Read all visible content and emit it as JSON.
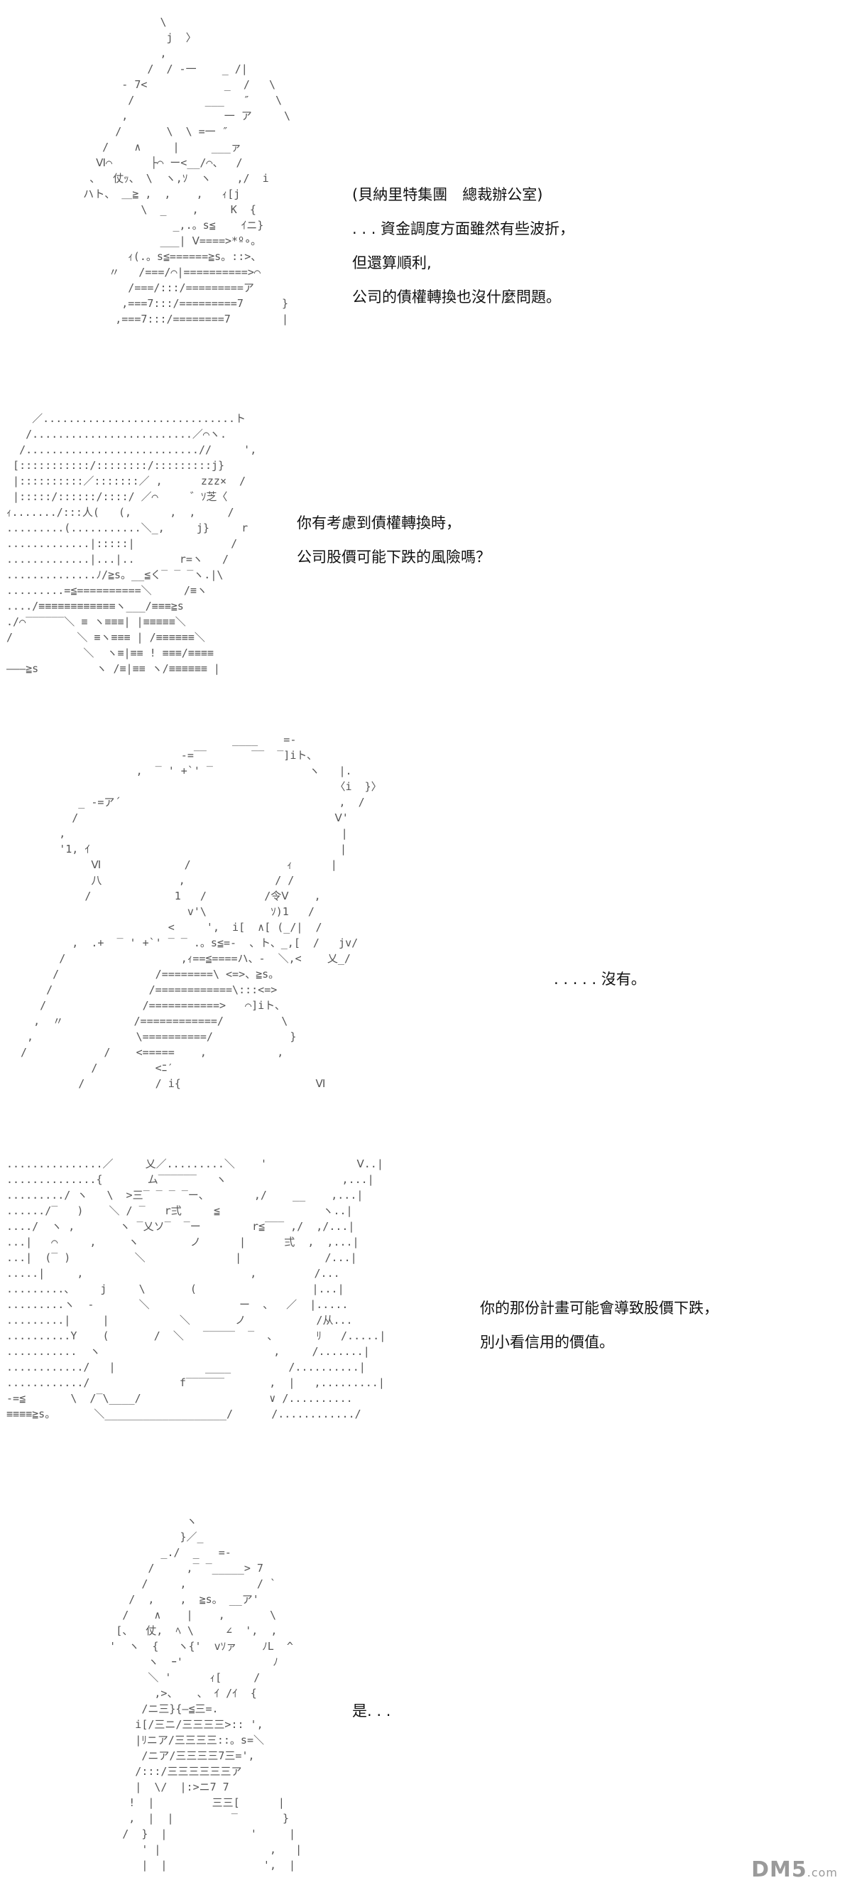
{
  "panels": [
    {
      "id": "panel-1",
      "art": "               \\\n                j  〉\n               ,\n             /  / -一    _ /|\n         - 7<            _  /   \\\n          /           ___   ″    \\\n         ,               一 ア     \\\n        /       \\  \\ =一 ″\n      /    ∧     |     ___ァ\n     Ⅵ⌒      ├⌒ ー<__/⌒、  /\n    、  仗ｯ、 \\  ヽ,ｿ  ヽ    ,/  i\n   ハト、 ＿≧ ,  ,    ,   ｨ[j\n            \\  _    ,     K  {\n                 _,.。s≦    ｲニ}\n               ___| Ⅴ====>*º∘。\n          ｨ(.。s≦======≧s。::>、\n       〃   /===/⌒|==========>⌒\n          /===/:::/=========ア\n         ,===7:::/=========7      }\n        ,===7:::/========7        |",
      "lines": [
        "(貝納里特集團　總裁辦公室)",
        ". . . 資金調度方面雖然有些波折，",
        "但還算順利,",
        "公司的債權轉換也沒什麼問題。"
      ]
    },
    {
      "id": "panel-2",
      "art": "     ／..............................ト\n    /.........................／⌒ヽ.\n   /...........................//     ',\n  [:::::::::::/::::::::/:::::::::j}\n  |::::::::::／:::::::／ ,      zzz×  /\n  |:::::/::::::/::::/ ／⌒     ゛ｿ芝〈\n ｨ......./:::人(   (,      ,  ,     /\n .........(...........＼_,     j}     r\n .............|:::::|               /\n .............|...|..       r=ヽ   /\n ..............ﾉ/≧s。__≦く‾ ‾ ‾ヽ.|\\\n .........=≦==========＼     /≡ヽ\n ..../≡≡≡≡≡≡≡≡≡≡≡≡ヽ___/≡≡≡≧s\n ./⌒‾‾‾‾‾‾＼ ≡ ヽ≡≡≡| |≡≡≡≡≡＼\n /          ＼ ≡ヽ≡≡≡ | /≡≡≡≡≡≡＼\n             ＼  ヽ≡|≡≡ ! ≡≡≡/≡≡≡≡\n ———≧s         ヽ /≡|≡≡ ヽ/≡≡≡≡≡≡ |",
      "lines": [
        "你有考慮到債權轉換時，",
        "公司股價可能下跌的風險嗎？"
      ]
    },
    {
      "id": "panel-3",
      "art": "                                  ____    =-\n                          -=‾‾       ‾‾  ‾]iト、\n                   ,  ‾ ' +`' ‾               ヽ   |.\n                                                  〈i  }〉\n          _ -=ア´                                  ,  /\n         /                                        Ⅴ'\n       ,                                           |\n       '1, ｲ                                       |\n            Ⅵ             /               ｨ      |\n            八            ,              / /\n           /             1   /         /令Ⅴ    ,\n                           v'\\          ｿ)1   /\n                        <     ',  i[  ∧[ (_/|  /\n         ,  .+  ‾ ' +`' ‾ ‾ .。s≦=-  、ト、_,[  /   jv/\n       /                  ,ｨ==≦====ハ、-  ＼,<    乂_/\n      /               /========\\ <=>、≧s。\n     /               /============\\:::<=>\n    /               /===========>   ⌒]iト、\n   ,  〃           /============/         \\\n  ,                \\==========/            }\n /            /    <=====    ,           ,\n            /         <ﾆ′\n          /           / i{                     Ⅵ",
      "lines": [
        ". . . . . 沒有。"
      ]
    },
    {
      "id": "panel-4",
      "art": " ...............／     乂／.........＼    '              Ⅴ..|\n ..............{       ム‾‾‾‾‾‾   ヽ                  ,...|\n ........./ ヽ   \\  >三‾ ‾ ‾ ‾ー、       ,/    __    ,...|\n ....../‾   )    ＼ / ‾   r弍     ≦                ヽ..|\n ..../  ヽ ,       ヽ ‾乂ソ‾  ‾ー        r≦‾‾‾ ,/  ,/...|\n ...|   ⌒     ,     ヽ        ノ      |      弍  ,  ,...|\n ...|  (‾ )          ＼              |             /...|\n .....|     ,                          ,         /...\n .........、    j     \\       (                  |...|\n .........ヽ  -       ＼              ー  、  ／  |.....\n .........|     |           ＼       ノ           /从...\n ..........Y    (       /  ＼   ‾‾‾‾‾  ‾  、      ﾘ   /.....|\n ...........  ヽ                           ,     /.......|\n ............/   |              ____         /..........|\n ............/              f‾‾‾‾‾‾       ,  |   ,.........|\n -=≦       \\  /‾\\____/                    ∨ /..........\n ≡≡≡≡≧s。      ＼___________________/      /............/",
      "lines": [
        "你的那份計畫可能會導致股價下跌，",
        "別小看信用的價值。"
      ]
    },
    {
      "id": "panel-5",
      "art": "                  ヽ\n                 }／_\n              _./  _   =-\n            /     ,‾ ‾_____> 7\n           /     ,           / `\n         /  ,    ,  ≧s。 __ア'\n        /    ∧    |    ,       \\\n       [、  仗,  ﾍ \\     ∠  ',  ,\n      '  ヽ  {   ヽ{'  vｿァ    ﾉL  ^\n            ヽ  ｰ'              ﾉ\n            ＼ '      ｨ[     /\n             ,>、   、 ｲ /ｲ  {\n           /ニ三}{―≦三=.\n          i[/三ニ/三三三三>:: ',\n          |ﾘニア/三三三三::。s=＼\n           /ニア/三三三三7三=',\n          /:::/三三三三三三ア\n          |  \\/  |:>ニ7 7\n         !  |         三三[      |\n         ,  |  |         ‾       }\n        /  }  |             '     |\n           ' |                 ,   |\n           |  |               ',  |",
      "lines": [
        "是. . ."
      ]
    }
  ],
  "watermark": {
    "brand": "DM5",
    "suffix": ".com"
  }
}
